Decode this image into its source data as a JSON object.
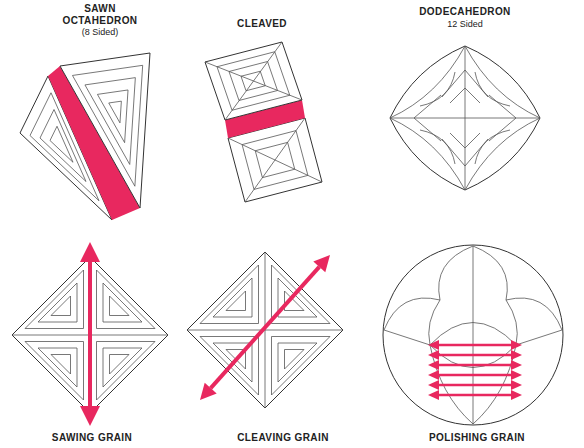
{
  "diagram": {
    "labels": [
      "SAWN OCTAHEDRON",
      "(8 Sided)",
      "CLEAVED",
      "DODECAHEDRON",
      "12 Sided",
      "SAWING GRAIN",
      "CLEAVING GRAIN",
      "POLISHING GRAIN"
    ]
  }
}
